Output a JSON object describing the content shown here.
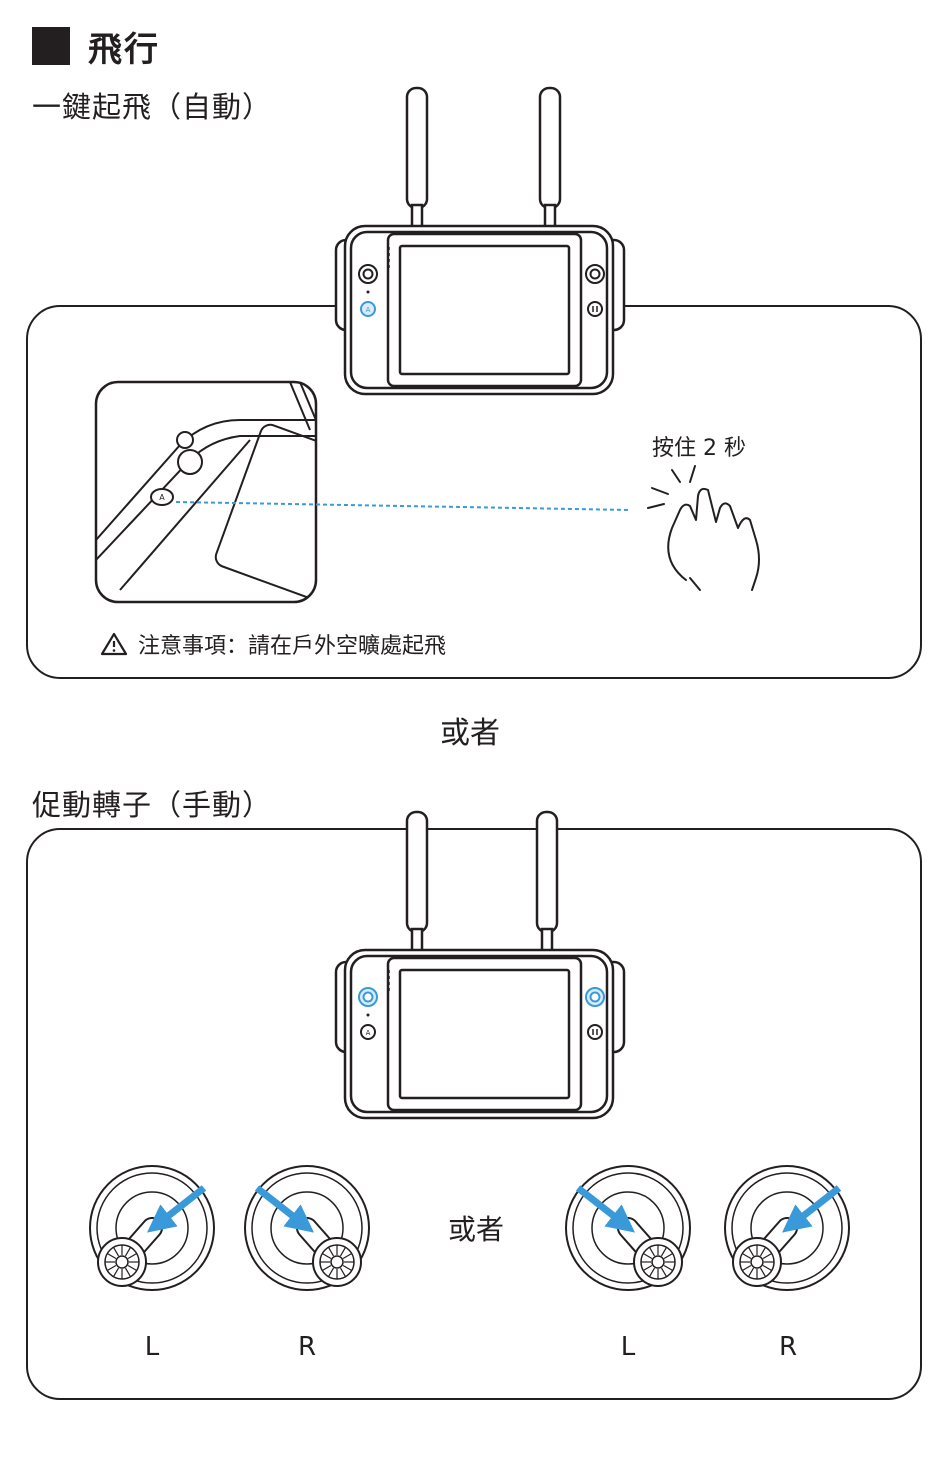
{
  "section": {
    "title": "飛行"
  },
  "auto_takeoff": {
    "heading": "一鍵起飛（自動）",
    "instruction": "按住 2 秒",
    "warning": "注意事項：請在戶外空曠處起飛",
    "warning_icon": "warning-triangle-icon",
    "highlight_color": "#3a9ad9"
  },
  "or_separator": "或者",
  "manual_start": {
    "heading": "促動轉子（手動）",
    "or_inner": "或者",
    "arrow_color": "#3a9ad9",
    "sticks": [
      {
        "label": "L"
      },
      {
        "label": "R"
      },
      {
        "label": "L"
      },
      {
        "label": "R"
      }
    ]
  }
}
